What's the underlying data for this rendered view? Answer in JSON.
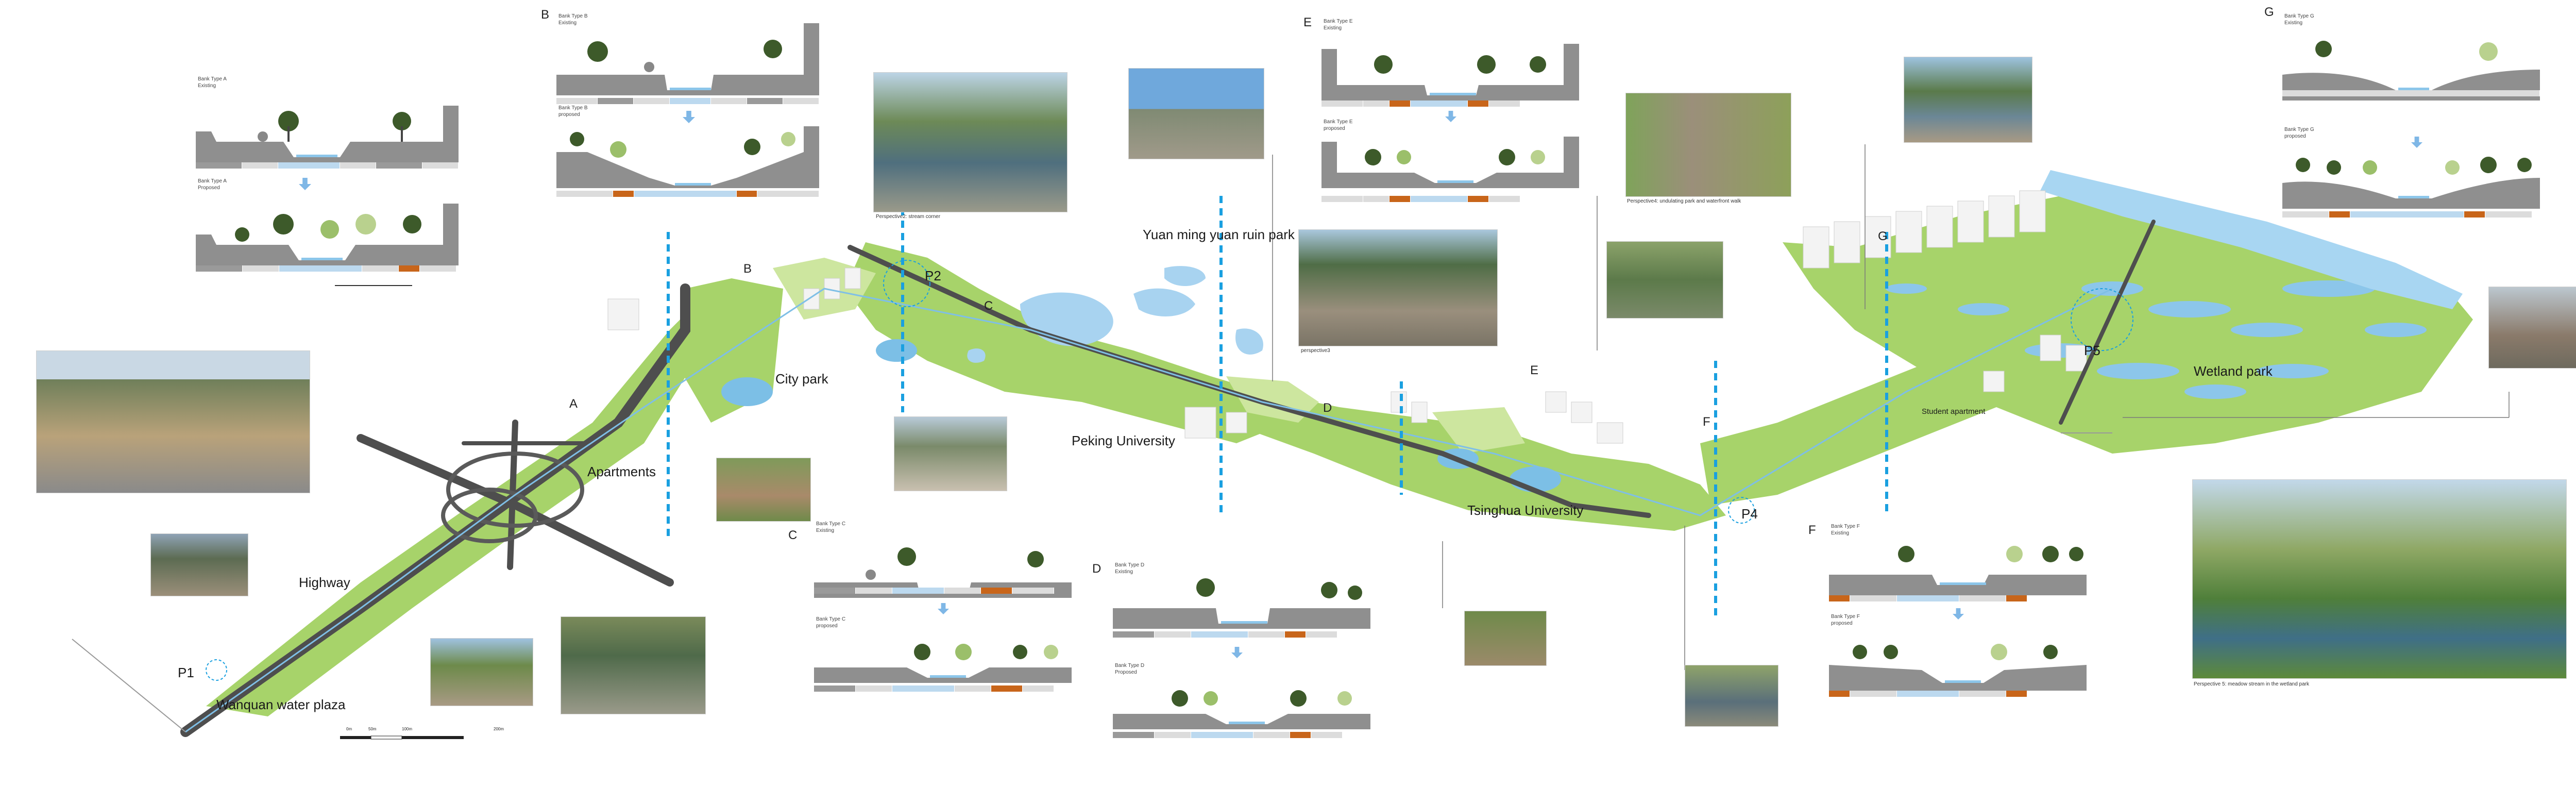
{
  "map_labels": {
    "highway": "Highway",
    "apartments": "Apartments",
    "city_park": "City park",
    "peking_university": "Peking University",
    "yuan_ming_yuan": "Yuan ming yuan ruin park",
    "tsinghua_university": "Tsinghua University",
    "wetland_park": "Wetland park",
    "wanquan_plaza": "Wanquan water plaza",
    "student_apartment": "Student apartment"
  },
  "points": {
    "p1": "P1",
    "p2": "P2",
    "p4": "P4",
    "p5": "P5"
  },
  "section_letters": {
    "a": "A",
    "b": "B",
    "c": "C",
    "d": "D",
    "e": "E",
    "f": "F",
    "g": "G"
  },
  "sections": {
    "a": {
      "existing": "Bank Type A\nExisting",
      "proposed": "Bank Type A\nProposed"
    },
    "b": {
      "letter": "B",
      "existing": "Bank Type B\nExisting",
      "proposed": "Bank Type B\nproposed"
    },
    "c": {
      "letter": "C",
      "existing": "Bank Type C\nExisting",
      "proposed": "Bank Type C\nproposed"
    },
    "d": {
      "letter": "D",
      "existing": "Bank Type D\nExisting",
      "proposed": "Bank Type D\nProposed"
    },
    "e": {
      "letter": "E",
      "existing": "Bank Type E\nExisting",
      "proposed": "Bank Type E\nproposed"
    },
    "f": {
      "letter": "F",
      "existing": "Bank Type F\nExisting",
      "proposed": "Bank Type F\nproposed"
    },
    "g": {
      "letter": "G",
      "existing": "Bank Type G\nExisting",
      "proposed": "Bank Type G\nproposed"
    }
  },
  "captions": {
    "p2": "Perspective2: stream corner",
    "p3": "perspective3",
    "p4": "Perspective4: undulating park and waterfront walk",
    "p5": "Perspective 5: meadow stream in the wetland park"
  },
  "scale_bar": {
    "ticks": [
      "0m",
      "50m",
      "100m",
      "200m"
    ]
  },
  "colors": {
    "green": "#8cc63f",
    "light_green": "#b9dd7a",
    "water": "#9ecfef",
    "road": "#5a5a5a",
    "guide": "#1aa0e0",
    "ground": "#9a9a9a",
    "orange": "#c8651a"
  }
}
